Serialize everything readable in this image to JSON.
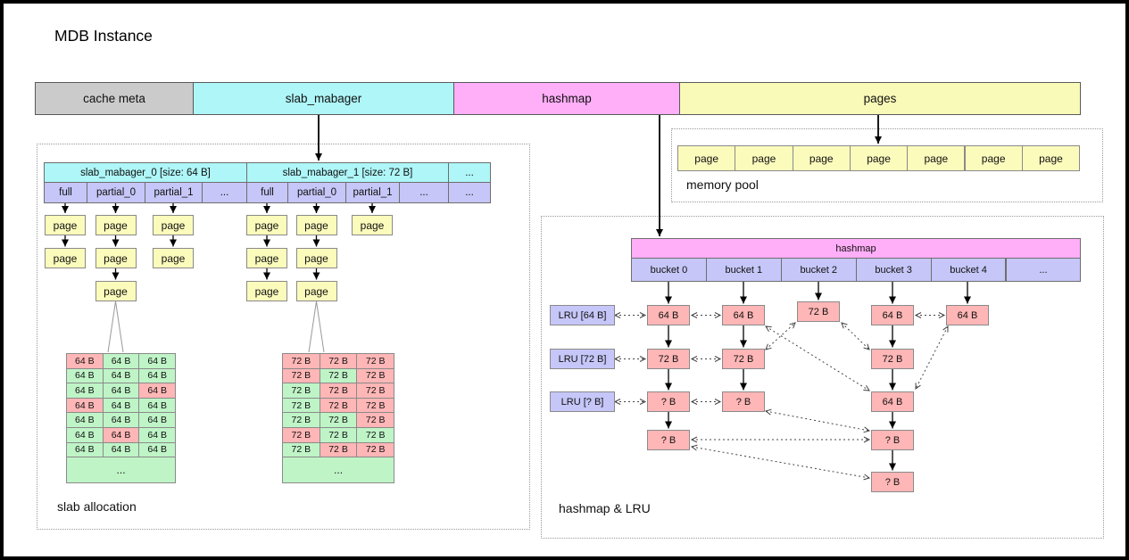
{
  "title": "MDB Instance",
  "top_bar": {
    "segments": [
      {
        "label": "cache meta",
        "color": "#CBCBCB"
      },
      {
        "label": "slab_mabager",
        "color": "#AEF6F8"
      },
      {
        "label": "hashmap",
        "color": "#FFAEF8"
      },
      {
        "label": "pages",
        "color": "#FAFAB8"
      }
    ]
  },
  "slab_section": {
    "caption": "slab allocation",
    "page_label": "page",
    "header_ellipsis": "...",
    "tail_ellipsis": "...",
    "managers": [
      {
        "header": "slab_mabager_0 [size: 64 B]",
        "lists": [
          "full",
          "partial_0",
          "partial_1",
          "..."
        ],
        "page_counts": [
          2,
          3,
          2
        ]
      },
      {
        "header": "slab_mabager_1 [size: 72 B]",
        "lists": [
          "full",
          "partial_0",
          "partial_1",
          "..."
        ],
        "page_counts": [
          3,
          3,
          1
        ]
      }
    ],
    "grids": [
      {
        "cell_label": "64 B",
        "ellipsis": "...",
        "rows": [
          [
            "used",
            "free",
            "free"
          ],
          [
            "free",
            "free",
            "free"
          ],
          [
            "free",
            "free",
            "used"
          ],
          [
            "used",
            "free",
            "free"
          ],
          [
            "free",
            "free",
            "free"
          ],
          [
            "free",
            "used",
            "free"
          ],
          [
            "free",
            "free",
            "free"
          ]
        ]
      },
      {
        "cell_label": "72 B",
        "ellipsis": "...",
        "rows": [
          [
            "used",
            "used",
            "used"
          ],
          [
            "used",
            "free",
            "used"
          ],
          [
            "free",
            "used",
            "used"
          ],
          [
            "free",
            "used",
            "used"
          ],
          [
            "free",
            "free",
            "used"
          ],
          [
            "used",
            "free",
            "free"
          ],
          [
            "free",
            "used",
            "used"
          ]
        ]
      }
    ],
    "cell_colors": {
      "used": "#FFB6B6",
      "free": "#BFF4C7"
    }
  },
  "memory_pool": {
    "caption": "memory pool",
    "pages": [
      "page",
      "page",
      "page",
      "page",
      "page",
      "page",
      "page"
    ]
  },
  "lru_section": {
    "caption": "hashmap & LRU",
    "hashmap_label": "hashmap",
    "buckets": [
      "bucket 0",
      "bucket 1",
      "bucket 2",
      "bucket 3",
      "bucket 4",
      "..."
    ],
    "lru_labels": [
      "LRU [64 B]",
      "LRU [72 B]",
      "LRU [? B]"
    ],
    "columns": [
      {
        "boxes": [
          "64 B",
          "72 B",
          "? B",
          "? B"
        ]
      },
      {
        "boxes": [
          "64 B",
          "72 B",
          "? B"
        ]
      },
      {
        "boxes": [
          "72 B"
        ]
      },
      {
        "boxes": [
          "64 B",
          "72 B",
          "64 B",
          "? B",
          "? B"
        ]
      },
      {
        "boxes": [
          "64 B"
        ]
      }
    ]
  }
}
